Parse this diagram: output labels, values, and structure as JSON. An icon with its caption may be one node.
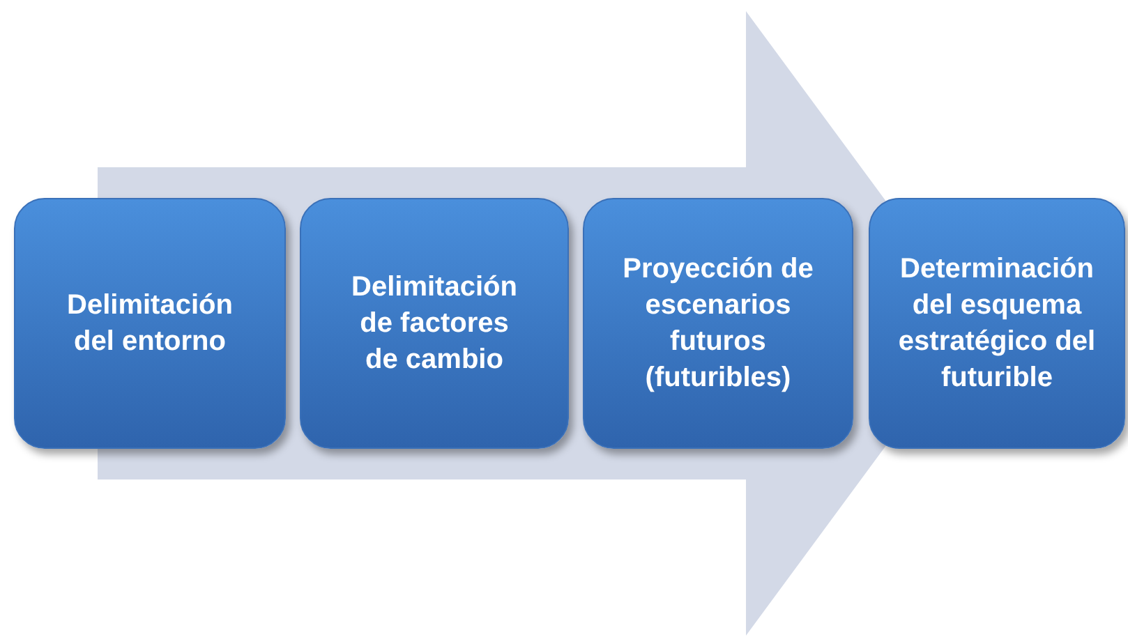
{
  "diagram": {
    "nodes": [
      {
        "text": [
          "Delimitación del entorno"
        ]
      },
      {
        "text": [
          "Delimitación de factores de cambio"
        ]
      },
      {
        "text": [
          "Proyección de escenarios futuros (futuribles)"
        ]
      },
      {
        "text": [
          "Determinación del esquema estratégico del futurible"
        ]
      }
    ],
    "edges": [
      {
        "from": 0,
        "to": 3,
        "arrow": "to",
        "style": "thick"
      }
    ]
  }
}
